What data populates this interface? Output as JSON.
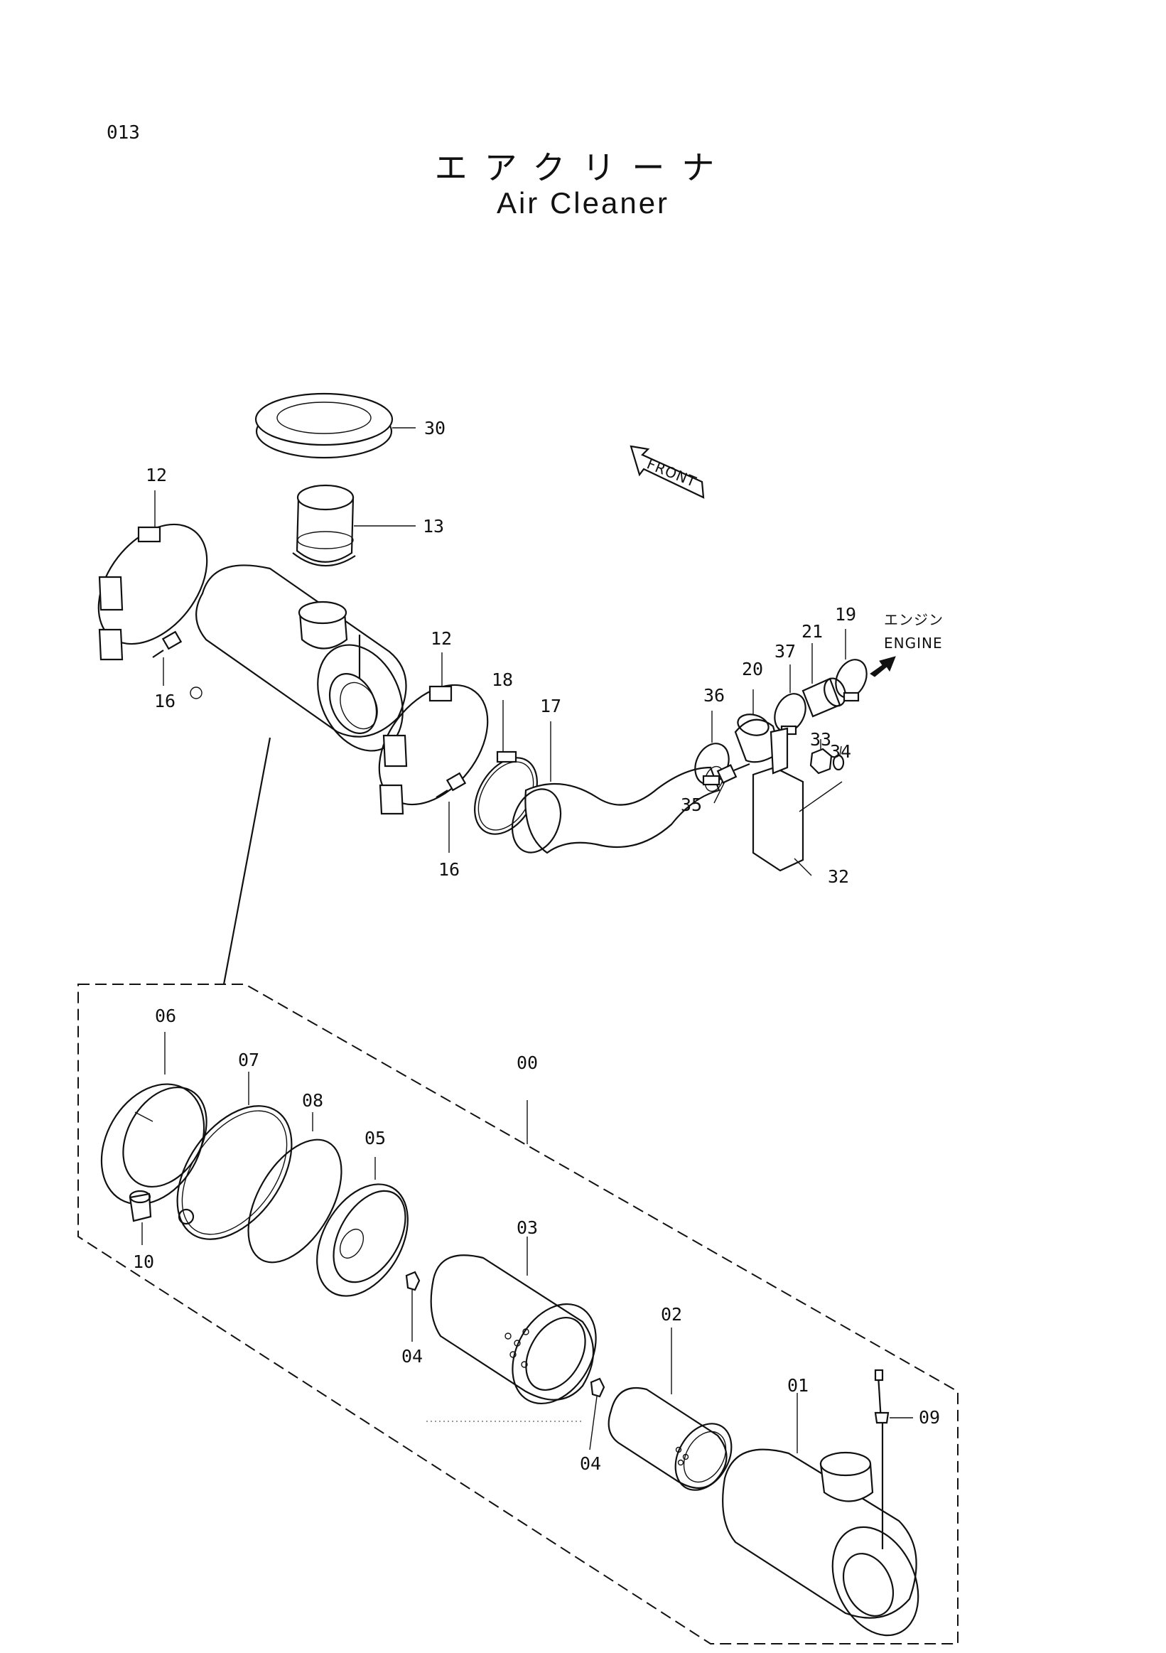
{
  "page_number": "013",
  "title_jp": "エアクリーナ",
  "title_en": "Air Cleaner",
  "front_label": "FRONT",
  "engine_label_jp": "エンジン",
  "engine_label_en": "ENGINE",
  "callouts": {
    "p30": "30",
    "p13": "13",
    "p12a": "12",
    "p12b": "12",
    "p16a": "16",
    "p16b": "16",
    "p18": "18",
    "p17": "17",
    "p36": "36",
    "p20": "20",
    "p37": "37",
    "p21": "21",
    "p19": "19",
    "p33": "33",
    "p34": "34",
    "p35": "35",
    "p32": "32",
    "p06": "06",
    "p07": "07",
    "p08": "08",
    "p05": "05",
    "p00": "00",
    "p10": "10",
    "p03": "03",
    "p04a": "04",
    "p04b": "04",
    "p02": "02",
    "p01": "01",
    "p09": "09"
  }
}
